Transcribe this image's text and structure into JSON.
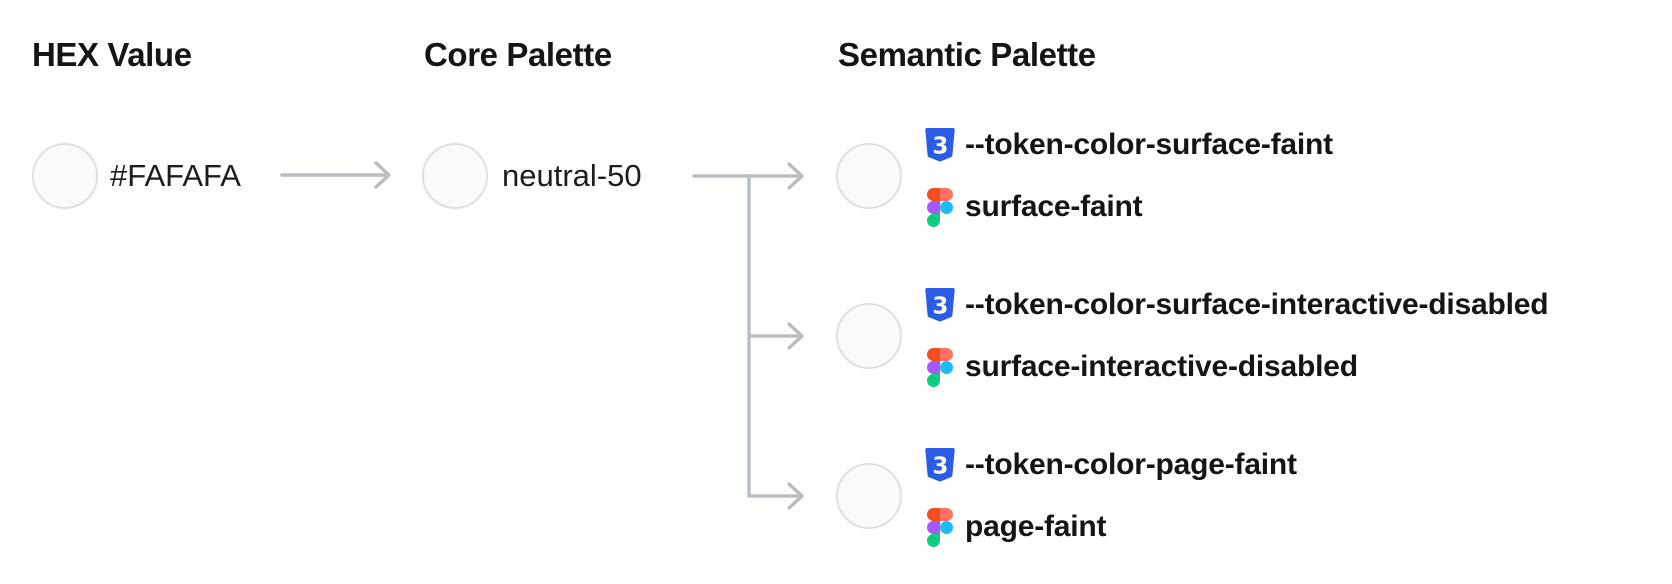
{
  "colors": {
    "swatch_fill": "#FAFAFA",
    "swatch_border": "#DFE0E6",
    "connector": "#B9BDC4",
    "text_primary": "#141419",
    "css_badge_blue": "#2A5CE4",
    "figma_orange": "#F24E1E",
    "figma_salmon": "#FF7262",
    "figma_purple": "#A259FF",
    "figma_blue": "#1ABCFE",
    "figma_green": "#0ACF83"
  },
  "columns": {
    "hex": {
      "title": "HEX Value"
    },
    "core": {
      "title": "Core Palette"
    },
    "semantic": {
      "title": "Semantic Palette"
    }
  },
  "hex": {
    "value": "#FAFAFA"
  },
  "core": {
    "name": "neutral-50"
  },
  "semantic": {
    "tokens": [
      {
        "css": "--token-color-surface-faint",
        "figma": "surface-faint"
      },
      {
        "css": "--token-color-surface-interactive-disabled",
        "figma": "surface-interactive-disabled"
      },
      {
        "css": "--token-color-page-faint",
        "figma": "page-faint"
      }
    ]
  },
  "icons": {
    "css_icon": "css3-badge-icon",
    "figma_icon": "figma-logo-icon"
  }
}
